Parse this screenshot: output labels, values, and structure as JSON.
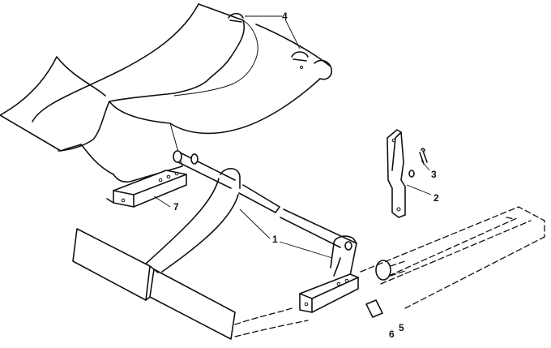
{
  "diagram": {
    "callouts": [
      {
        "id": "1",
        "text": "1"
      },
      {
        "id": "2",
        "text": "2"
      },
      {
        "id": "3",
        "text": "3"
      },
      {
        "id": "4",
        "text": "4"
      },
      {
        "id": "5",
        "text": "5"
      },
      {
        "id": "6",
        "text": "6"
      },
      {
        "id": "7",
        "text": "7"
      }
    ],
    "colors": {
      "ink": "#111111",
      "background": "#ffffff"
    }
  }
}
